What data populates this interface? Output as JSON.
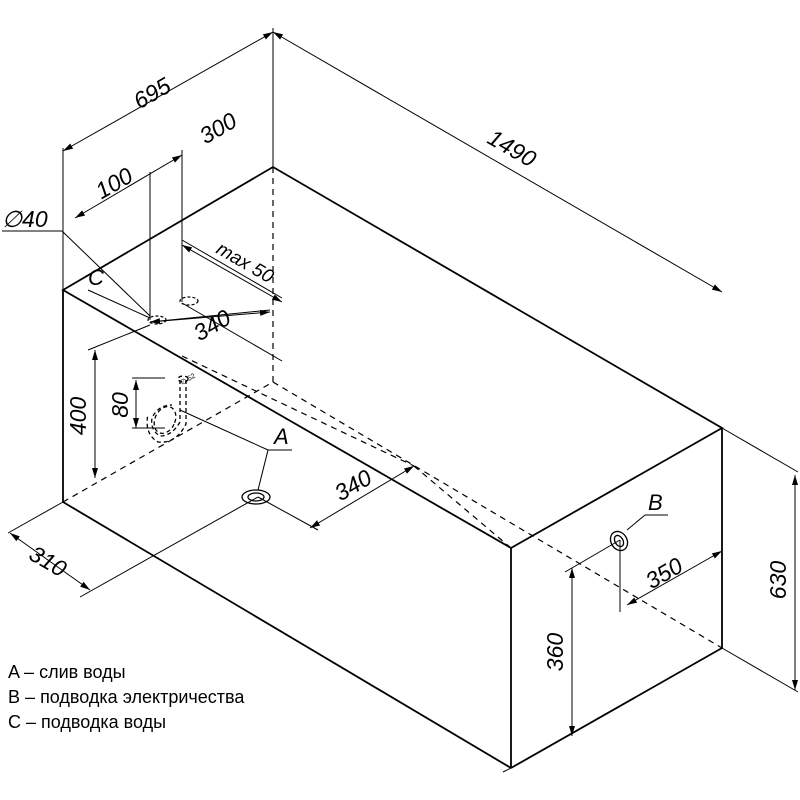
{
  "dimensions": {
    "width_top": "695",
    "length": "1490",
    "offset_300": "300",
    "offset_100": "100",
    "pipe_diameter": "∅40",
    "max_50": "max 50",
    "inlet_340": "340",
    "height_400": "400",
    "height_80": "80",
    "drain_340": "340",
    "depth_310": "310",
    "height_630": "630",
    "elec_360": "360",
    "elec_350": "350"
  },
  "callouts": {
    "a": "A",
    "b": "B",
    "c": "C"
  },
  "drain_small_label": "∅ 52",
  "legend": [
    {
      "key": "A",
      "dash": "–",
      "text": "слив воды"
    },
    {
      "key": "B",
      "dash": "–",
      "text": "подводка электричества"
    },
    {
      "key": "C",
      "dash": "–",
      "text": "подводка воды"
    }
  ]
}
